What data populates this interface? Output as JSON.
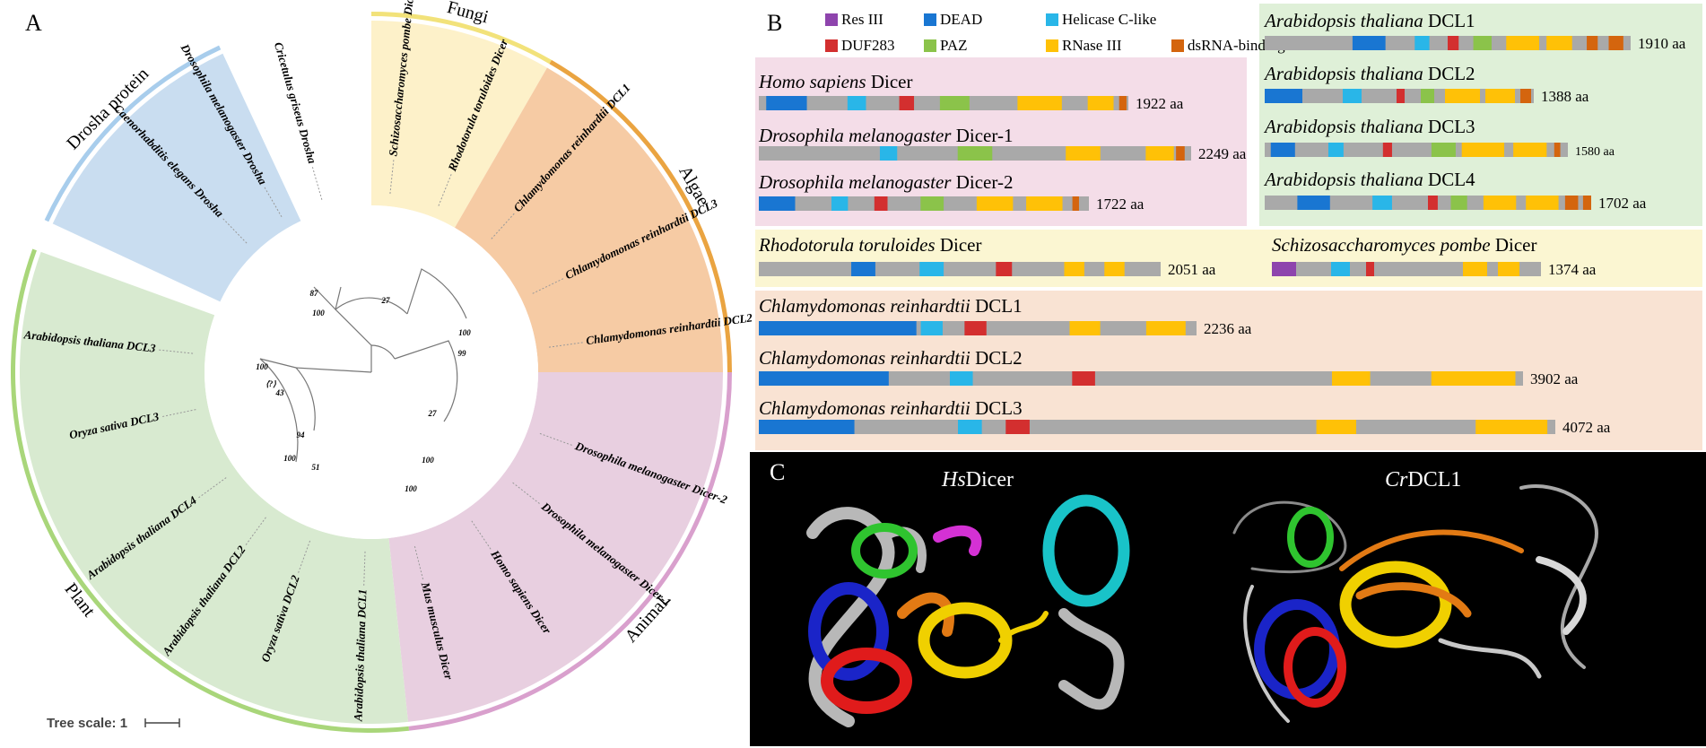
{
  "panel_a": {
    "letter": "A",
    "tree_scale": "Tree scale: 1",
    "clades": [
      {
        "label": "Drosha protein",
        "color": "#c9ddf0",
        "ring": "#a8cdec",
        "a0": 295,
        "a1": 335
      },
      {
        "label": "Fungi",
        "color": "#fdf1c9",
        "ring": "#f2e27a",
        "a0": 0,
        "a1": 30
      },
      {
        "label": "Algae",
        "color": "#f6cba4",
        "ring": "#eaa441",
        "a0": 30,
        "a1": 90
      },
      {
        "label": "Animal",
        "color": "#e8cfe0",
        "ring": "#d9a0cd",
        "a0": 90,
        "a1": 174
      },
      {
        "label": "Plant",
        "color": "#d8ead0",
        "ring": "#a9d67a",
        "a0": 174,
        "a1": 290
      }
    ],
    "leaves": [
      {
        "label": "Caenorhabditis elegans Drosha",
        "angle": 316
      },
      {
        "label": "Drosophila melanogaster Drosha",
        "angle": 330
      },
      {
        "label": "Cricetulus griseus Drosha",
        "angle": 344
      },
      {
        "label": "Schizosaccharomyces pombe Dicer",
        "angle": 6
      },
      {
        "label": "Rhodotorula toruloides Dicer",
        "angle": 22
      },
      {
        "label": "Chlamydomonas reinhardtii DCL1",
        "angle": 42
      },
      {
        "label": "Chlamydomonas reinhardtii DCL3",
        "angle": 64
      },
      {
        "label": "Chlamydomonas reinhardtii DCL2",
        "angle": 82
      },
      {
        "label": "Drosophila melanogaster Dicer-2",
        "angle": 110
      },
      {
        "label": "Drosophila melanogaster Dicer-1",
        "angle": 128
      },
      {
        "label": "Homo sapiens Dicer",
        "angle": 146
      },
      {
        "label": "Mus musculus Dicer",
        "angle": 166
      },
      {
        "label": "Arabidopsis thaliana DCL1",
        "angle": 182
      },
      {
        "label": "Oryza sativa DCL2",
        "angle": 200
      },
      {
        "label": "Arabidopsis thaliana DCL2",
        "angle": 216
      },
      {
        "label": "Arabidopsis thaliana DCL4",
        "angle": 234
      },
      {
        "label": "Oryza sativa DCL3",
        "angle": 258
      },
      {
        "label": "Arabidopsis thaliana DCL3",
        "angle": 276
      }
    ],
    "bootstrap": [
      "87",
      "100",
      "27",
      "100",
      "99",
      "27",
      "100",
      "100",
      "100",
      "51",
      "94",
      "43",
      "100",
      "⟨?⟩"
    ]
  },
  "panel_b": {
    "letter": "B",
    "legend": [
      {
        "label": "Res III",
        "color": "#8e44ad"
      },
      {
        "label": "DEAD",
        "color": "#1976d2"
      },
      {
        "label": "Helicase C-like",
        "color": "#29b6e8"
      },
      {
        "label": "DUF283",
        "color": "#d32f2f"
      },
      {
        "label": "PAZ",
        "color": "#8bc34a"
      },
      {
        "label": "RNase III",
        "color": "#ffc107"
      },
      {
        "label": "dsRNA-binding",
        "color": "#d4650e"
      }
    ],
    "groups": [
      {
        "name": "animal",
        "color": "#f4dde8"
      },
      {
        "name": "plant",
        "color": "#dff0d8"
      },
      {
        "name": "fungi",
        "color": "#fbf6d2"
      },
      {
        "name": "algae",
        "color": "#f9e3d3"
      }
    ],
    "proteins": [
      {
        "species": "Homo sapiens",
        "protein": "Dicer",
        "length": "1922 aa",
        "group": "animal",
        "domains": [
          {
            "t": "DEAD",
            "s": 0.02,
            "e": 0.13
          },
          {
            "t": "Helicase C-like",
            "s": 0.24,
            "e": 0.29
          },
          {
            "t": "DUF283",
            "s": 0.38,
            "e": 0.42
          },
          {
            "t": "PAZ",
            "s": 0.49,
            "e": 0.57
          },
          {
            "t": "RNase III",
            "s": 0.7,
            "e": 0.82
          },
          {
            "t": "RNase III",
            "s": 0.89,
            "e": 0.96
          },
          {
            "t": "dsRNA-binding",
            "s": 0.975,
            "e": 0.995
          }
        ]
      },
      {
        "species": "Drosophila melanogaster",
        "protein": "Dicer-1",
        "length": "2249 aa",
        "group": "animal",
        "domains": [
          {
            "t": "Helicase C-like",
            "s": 0.28,
            "e": 0.32
          },
          {
            "t": "PAZ",
            "s": 0.46,
            "e": 0.54
          },
          {
            "t": "RNase III",
            "s": 0.71,
            "e": 0.79
          },
          {
            "t": "RNase III",
            "s": 0.895,
            "e": 0.96
          },
          {
            "t": "dsRNA-binding",
            "s": 0.965,
            "e": 0.985
          }
        ]
      },
      {
        "species": "Drosophila melanogaster",
        "protein": "Dicer-2",
        "length": "1722 aa",
        "group": "animal",
        "domains": [
          {
            "t": "DEAD",
            "s": 0.0,
            "e": 0.11
          },
          {
            "t": "Helicase C-like",
            "s": 0.22,
            "e": 0.27
          },
          {
            "t": "DUF283",
            "s": 0.35,
            "e": 0.39
          },
          {
            "t": "PAZ",
            "s": 0.49,
            "e": 0.56
          },
          {
            "t": "RNase III",
            "s": 0.66,
            "e": 0.77
          },
          {
            "t": "RNase III",
            "s": 0.81,
            "e": 0.92
          },
          {
            "t": "dsRNA-binding",
            "s": 0.95,
            "e": 0.97
          }
        ]
      },
      {
        "species": "Arabidopsis thaliana",
        "protein": "DCL1",
        "length": "1910 aa",
        "group": "plant",
        "domains": [
          {
            "t": "DEAD",
            "s": 0.24,
            "e": 0.33
          },
          {
            "t": "Helicase C-like",
            "s": 0.41,
            "e": 0.45
          },
          {
            "t": "DUF283",
            "s": 0.5,
            "e": 0.53
          },
          {
            "t": "PAZ",
            "s": 0.57,
            "e": 0.62
          },
          {
            "t": "RNase III",
            "s": 0.66,
            "e": 0.75
          },
          {
            "t": "RNase III",
            "s": 0.77,
            "e": 0.84
          },
          {
            "t": "dsRNA-binding",
            "s": 0.88,
            "e": 0.91
          },
          {
            "t": "dsRNA-binding",
            "s": 0.94,
            "e": 0.98
          }
        ]
      },
      {
        "species": "Arabidopsis thaliana",
        "protein": "DCL2",
        "length": "1388 aa",
        "group": "plant",
        "domains": [
          {
            "t": "DEAD",
            "s": 0.0,
            "e": 0.14
          },
          {
            "t": "Helicase C-like",
            "s": 0.29,
            "e": 0.36
          },
          {
            "t": "DUF283",
            "s": 0.49,
            "e": 0.52
          },
          {
            "t": "PAZ",
            "s": 0.58,
            "e": 0.63
          },
          {
            "t": "RNase III",
            "s": 0.67,
            "e": 0.8
          },
          {
            "t": "RNase III",
            "s": 0.82,
            "e": 0.93
          },
          {
            "t": "dsRNA-binding",
            "s": 0.95,
            "e": 0.99
          }
        ]
      },
      {
        "species": "Arabidopsis thaliana",
        "protein": "DCL3",
        "length": "1580 aa",
        "group": "plant",
        "domains": [
          {
            "t": "DEAD",
            "s": 0.02,
            "e": 0.1
          },
          {
            "t": "Helicase C-like",
            "s": 0.21,
            "e": 0.26
          },
          {
            "t": "DUF283",
            "s": 0.39,
            "e": 0.42
          },
          {
            "t": "PAZ",
            "s": 0.55,
            "e": 0.63
          },
          {
            "t": "RNase III",
            "s": 0.65,
            "e": 0.79
          },
          {
            "t": "RNase III",
            "s": 0.82,
            "e": 0.93
          },
          {
            "t": "dsRNA-binding",
            "s": 0.955,
            "e": 0.975
          }
        ]
      },
      {
        "species": "Arabidopsis thaliana",
        "protein": "DCL4",
        "length": "1702 aa",
        "group": "plant",
        "domains": [
          {
            "t": "DEAD",
            "s": 0.1,
            "e": 0.2
          },
          {
            "t": "Helicase C-like",
            "s": 0.33,
            "e": 0.39
          },
          {
            "t": "DUF283",
            "s": 0.5,
            "e": 0.53
          },
          {
            "t": "PAZ",
            "s": 0.57,
            "e": 0.62
          },
          {
            "t": "RNase III",
            "s": 0.67,
            "e": 0.77
          },
          {
            "t": "RNase III",
            "s": 0.8,
            "e": 0.9
          },
          {
            "t": "dsRNA-binding",
            "s": 0.92,
            "e": 0.96
          },
          {
            "t": "dsRNA-binding",
            "s": 0.975,
            "e": 1.0
          }
        ]
      },
      {
        "species": "Rhodotorula toruloides",
        "protein": "Dicer",
        "length": "2051 aa",
        "group": "fungi",
        "domains": [
          {
            "t": "DEAD",
            "s": 0.23,
            "e": 0.29
          },
          {
            "t": "Helicase C-like",
            "s": 0.4,
            "e": 0.46
          },
          {
            "t": "DUF283",
            "s": 0.59,
            "e": 0.63
          },
          {
            "t": "RNase III",
            "s": 0.76,
            "e": 0.81
          },
          {
            "t": "RNase III",
            "s": 0.86,
            "e": 0.91
          }
        ]
      },
      {
        "species": "Schizosaccharomyces pombe",
        "protein": "Dicer",
        "length": "1374 aa",
        "group": "fungi",
        "domains": [
          {
            "t": "Res III",
            "s": 0.0,
            "e": 0.09
          },
          {
            "t": "Helicase C-like",
            "s": 0.22,
            "e": 0.29
          },
          {
            "t": "DUF283",
            "s": 0.35,
            "e": 0.38
          },
          {
            "t": "RNase III",
            "s": 0.71,
            "e": 0.8
          },
          {
            "t": "RNase III",
            "s": 0.84,
            "e": 0.92
          }
        ]
      },
      {
        "species": "Chlamydomonas reinhardtii",
        "protein": "DCL1",
        "length": "2236 aa",
        "group": "algae",
        "domains": [
          {
            "t": "DEAD",
            "s": 0.0,
            "e": 0.36
          },
          {
            "t": "Helicase C-like",
            "s": 0.37,
            "e": 0.42
          },
          {
            "t": "DUF283",
            "s": 0.47,
            "e": 0.52
          },
          {
            "t": "RNase III",
            "s": 0.71,
            "e": 0.78
          },
          {
            "t": "RNase III",
            "s": 0.885,
            "e": 0.975
          }
        ]
      },
      {
        "species": "Chlamydomonas reinhardtii",
        "protein": "DCL2",
        "length": "3902 aa",
        "group": "algae",
        "domains": [
          {
            "t": "DEAD",
            "s": 0.0,
            "e": 0.17
          },
          {
            "t": "Helicase C-like",
            "s": 0.25,
            "e": 0.28
          },
          {
            "t": "DUF283",
            "s": 0.41,
            "e": 0.44
          },
          {
            "t": "RNase III",
            "s": 0.75,
            "e": 0.8
          },
          {
            "t": "RNase III",
            "s": 0.88,
            "e": 0.99
          }
        ]
      },
      {
        "species": "Chlamydomonas reinhardtii",
        "protein": "DCL3",
        "length": "4072 aa",
        "group": "algae",
        "domains": [
          {
            "t": "DEAD",
            "s": 0.0,
            "e": 0.12
          },
          {
            "t": "Helicase C-like",
            "s": 0.25,
            "e": 0.28
          },
          {
            "t": "DUF283",
            "s": 0.31,
            "e": 0.34
          },
          {
            "t": "RNase III",
            "s": 0.7,
            "e": 0.75
          },
          {
            "t": "RNase III",
            "s": 0.9,
            "e": 0.99
          }
        ]
      }
    ]
  },
  "panel_c": {
    "letter": "C",
    "structures": [
      {
        "prefix": "Hs",
        "suffix": "Dicer"
      },
      {
        "prefix": "Cr",
        "suffix": "DCL1"
      }
    ]
  }
}
